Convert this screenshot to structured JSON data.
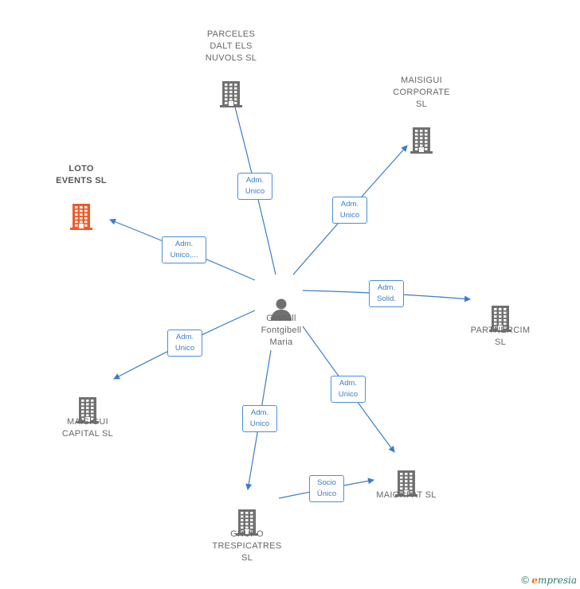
{
  "center": {
    "label": "Granell\nFontgibell\nMaria",
    "icon": "person-icon"
  },
  "companies": [
    {
      "id": "parceles",
      "label": "PARCELES\nDALT ELS\nNUVOLS  SL",
      "icon": "building-icon",
      "highlight": false
    },
    {
      "id": "maisigui-corporate",
      "label": "MAISIGUI\nCORPORATE\nSL",
      "icon": "building-icon",
      "highlight": false
    },
    {
      "id": "loto-events",
      "label": "LOTO\nEVENTS  SL",
      "icon": "building-icon",
      "highlight": true
    },
    {
      "id": "partnercim",
      "label": "PARTNERCIM\nSL",
      "icon": "building-icon",
      "highlight": false
    },
    {
      "id": "maisigui-capital",
      "label": "MAISIGUI\nCAPITAL  SL",
      "icon": "building-icon",
      "highlight": false
    },
    {
      "id": "maiorpat",
      "label": "MAIORPAT  SL",
      "icon": "building-icon",
      "highlight": false
    },
    {
      "id": "grupo-trespicatres",
      "label": "GRUPO\nTRESPICATRES\nSL",
      "icon": "building-icon",
      "highlight": false
    }
  ],
  "edges": [
    {
      "from": "center",
      "to": "parceles",
      "label": "Adm.\nUnico"
    },
    {
      "from": "center",
      "to": "maisigui-corporate",
      "label": "Adm.\nUnico"
    },
    {
      "from": "center",
      "to": "loto-events",
      "label": "Adm.\nUnico,..."
    },
    {
      "from": "center",
      "to": "partnercim",
      "label": "Adm.\nSolid."
    },
    {
      "from": "center",
      "to": "maisigui-capital",
      "label": "Adm.\nUnico"
    },
    {
      "from": "center",
      "to": "maiorpat",
      "label": "Adm.\nUnico"
    },
    {
      "from": "center",
      "to": "grupo-trespicatres",
      "label": "Adm.\nUnico"
    },
    {
      "from": "grupo-trespicatres",
      "to": "maiorpat",
      "label": "Socio\nÚnico"
    }
  ],
  "colors": {
    "edge": "#3a7cc7",
    "building": "#707070",
    "highlight": "#f05a28",
    "person": "#707070"
  },
  "footer": {
    "copyright": "©",
    "brand_e": "e",
    "brand_rest": "mpresia"
  }
}
